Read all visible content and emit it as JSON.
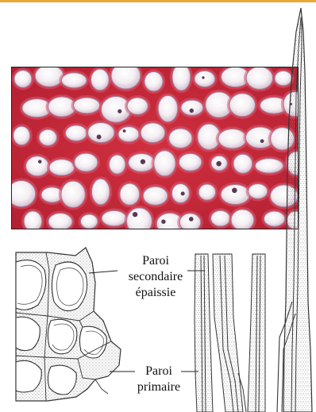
{
  "labels": {
    "secondary_wall": [
      "Paroi",
      "secondaire",
      "épaissie"
    ],
    "primary_wall": [
      "Paroi",
      "primaire"
    ]
  },
  "colors": {
    "stain_red": "#c8263a",
    "cell_lumen": "#f1ecef",
    "line_ink": "#333333",
    "top_border": "#e8a838"
  },
  "figures": {
    "micrograph": "stained-sclerenchyma-cross-section",
    "drawing_left": "cell-cross-section-with-thick-walls",
    "drawing_right": "elongated-fibre-cells"
  }
}
